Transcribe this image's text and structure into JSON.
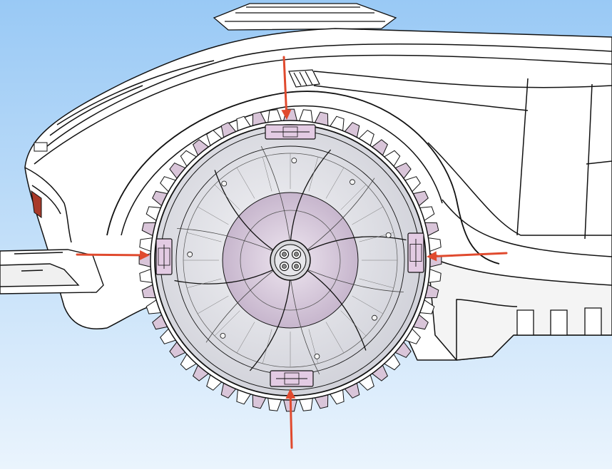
{
  "scene": {
    "subject": "robotic-mower-rear-wheel",
    "view": "side",
    "background": {
      "top": "#99c9f5",
      "bottom": "#eaf4fd"
    },
    "body_color": "#ffffff",
    "line_color": "#111111",
    "wheel_fill": "#dcdce2",
    "hub_fill": "#c9b9cf",
    "tread_fill": "#ffffff",
    "tread_shadow": "#d9c5d9",
    "clip_fill": "#e3cbe3",
    "tail_light_color": "#a83a2a"
  },
  "annotations": {
    "arrow_color": "#e04a2e",
    "arrow_count": 4,
    "targets": [
      "clip-top",
      "clip-right",
      "clip-bottom",
      "clip-left"
    ]
  },
  "wheel": {
    "spokes": 6,
    "tread_teeth": 56,
    "bolts": 4,
    "clips": 4
  }
}
